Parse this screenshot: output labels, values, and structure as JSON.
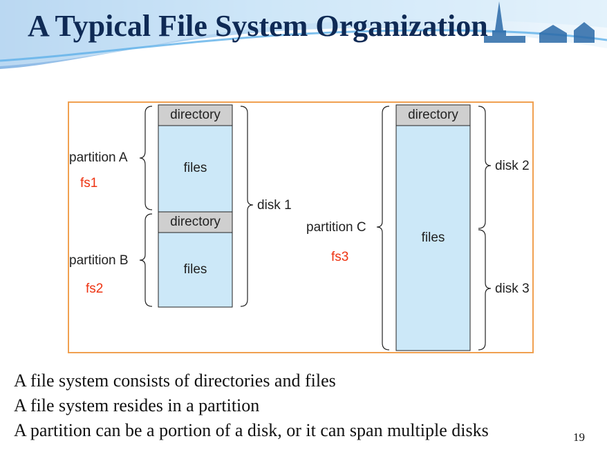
{
  "slide": {
    "title": "A Typical File System Organization",
    "page_number": "19",
    "bullets": [
      "A file system consists of directories and files",
      "A file system resides in a partition",
      "A partition can be a portion of a disk, or it can span multiple disks"
    ]
  },
  "diagram": {
    "blocks": {
      "dir_a": "directory",
      "files_a": "files",
      "dir_b": "directory",
      "files_b": "files",
      "dir_c": "directory",
      "files_c": "files"
    },
    "partition_labels": {
      "a": "partition A",
      "b": "partition B",
      "c": "partition C"
    },
    "fs_labels": {
      "a": "fs1",
      "b": "fs2",
      "c": "fs3"
    },
    "disk_labels": {
      "d1": "disk 1",
      "d2": "disk 2",
      "d3": "disk 3"
    }
  },
  "colors": {
    "title": "#0f2a55",
    "frame": "#f0a050",
    "directory_fill": "#cfcfcf",
    "files_fill": "#cce8f8",
    "fs_label": "#ee3311"
  }
}
